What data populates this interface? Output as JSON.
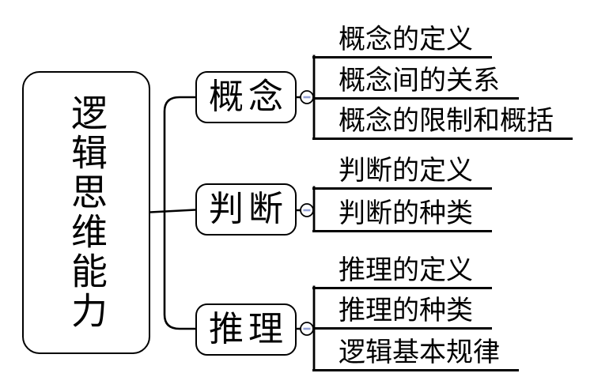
{
  "diagram": {
    "root": {
      "label": "逻辑思维能力"
    },
    "branches": [
      {
        "label": "概念",
        "collapse_state": "expanded",
        "children": [
          "概念的定义",
          "概念间的关系",
          "概念的限制和概括"
        ]
      },
      {
        "label": "判断",
        "collapse_state": "expanded",
        "children": [
          "判断的定义",
          "判断的种类"
        ]
      },
      {
        "label": "推理",
        "collapse_state": "expanded",
        "children": [
          "推理的定义",
          "推理的种类",
          "逻辑基本规律"
        ]
      }
    ],
    "icons": {
      "collapse": "minus-icon"
    },
    "colors": {
      "line": "#000000",
      "background": "#ffffff",
      "collapse_minus": "#94a1d6"
    }
  }
}
